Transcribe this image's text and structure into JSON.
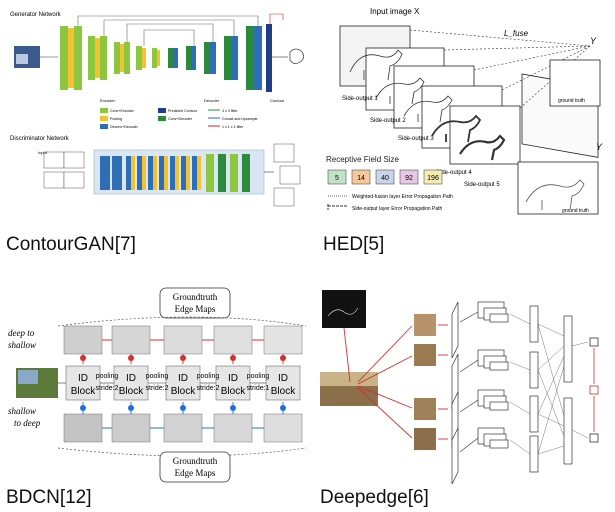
{
  "captions": {
    "tl": "ContourGAN[7]",
    "tr": "HED[5]",
    "bl": "BDCN[12]",
    "br": "Deepedge[6]"
  },
  "contourgan": {
    "generator_title": "Generator  Network",
    "discriminator_title": "Discriminator Network",
    "input_label": "Input",
    "encoder_label": "Encoder",
    "decoder_label": "Decoder",
    "contour_label": "Contour",
    "legend": [
      "Conv+Encoder",
      "Pooling",
      "Deconv+Decoder",
      "Predicted Contour",
      "Conv+Decoder",
      "3 x 3 filter",
      "Concat and Upsample",
      "1 x 1 x 1 filter"
    ],
    "colors": {
      "green": "#8dc63f",
      "yellow": "#f2c230",
      "blue": "#2e6eb5",
      "navy": "#1f3c88",
      "darkgreen": "#2c8a3c"
    }
  },
  "hed": {
    "input_title": "Input image X",
    "loss_label": "L_fuse",
    "y_label": "Y",
    "side_outputs": [
      "Side-output 1",
      "Side-output 2",
      "Side-output 3",
      "Side-output 4",
      "Side-output 5"
    ],
    "ground_truth": "ground truth",
    "rf_title": "Receptive Field Size",
    "rf_values": [
      "5",
      "14",
      "40",
      "92",
      "196"
    ],
    "rf_colors": [
      "#bfe3c6",
      "#f7c99a",
      "#c9d4ea",
      "#e8c6e6",
      "#f3ecb3"
    ],
    "legend_weighted": "Weighted-fusion layer Error Propagation Path",
    "legend_side": "Side-output layer Error Propagation Path"
  },
  "bdcn": {
    "top_box": [
      "Groundtruth",
      "Edge Maps"
    ],
    "bottom_box": [
      "Groundtruth",
      "Edge Maps"
    ],
    "deep_to_shallow": [
      "deep to",
      "shallow"
    ],
    "shallow_to_deep": [
      "shallow",
      "to deep"
    ],
    "blocks": [
      [
        "ID",
        "Block"
      ],
      [
        "ID",
        "Block"
      ],
      [
        "ID",
        "Block"
      ],
      [
        "ID",
        "Block"
      ],
      [
        "ID",
        "Block"
      ]
    ],
    "poolings": [
      [
        "pooling",
        "stride:2"
      ],
      [
        "pooling",
        "stride:2"
      ],
      [
        "pooling",
        "stride:2"
      ],
      [
        "pooling",
        "stride:1"
      ]
    ]
  }
}
